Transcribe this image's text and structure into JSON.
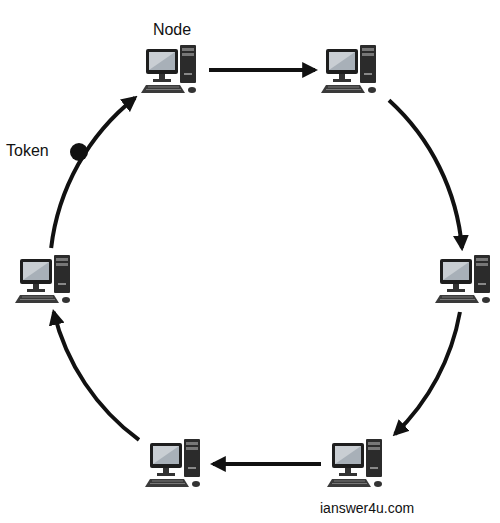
{
  "diagram": {
    "nodes": [
      {
        "text": [
          "Node"
        ]
      },
      {
        "text": []
      },
      {
        "text": []
      },
      {
        "text": []
      },
      {
        "text": []
      },
      {
        "text": []
      }
    ],
    "edges": [
      {
        "from": 0,
        "to": 1,
        "arrow": "to"
      },
      {
        "from": 1,
        "to": 2,
        "arrow": "to"
      },
      {
        "from": 2,
        "to": 3,
        "arrow": "to"
      },
      {
        "from": 3,
        "to": 4,
        "arrow": "to"
      },
      {
        "from": 4,
        "to": 5,
        "arrow": "to"
      },
      {
        "from": 5,
        "to": 0,
        "arrow": "to"
      }
    ],
    "labels": [
      "Token",
      "ianswer4u.com"
    ]
  }
}
